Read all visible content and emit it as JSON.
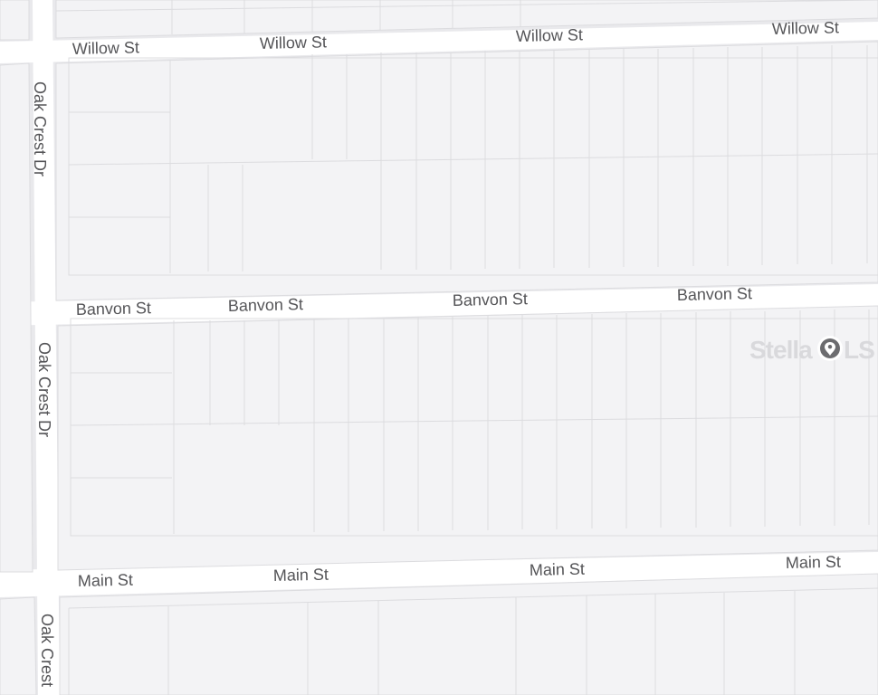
{
  "streets": {
    "willow": "Willow St",
    "banvon": "Banvon St",
    "main": "Main St",
    "oak_crest": "Oak Crest Dr",
    "oak_crest_partial": "Oak Crest"
  },
  "watermark": {
    "prefix": "Stella",
    "suffix": "LS"
  },
  "colors": {
    "road": "#ffffff",
    "block": "#f3f3f5",
    "lot_line": "#dcdcdf",
    "label": "#555558",
    "marker": "#6b6b6e"
  },
  "icons": {
    "marker": "map-pin-icon"
  }
}
